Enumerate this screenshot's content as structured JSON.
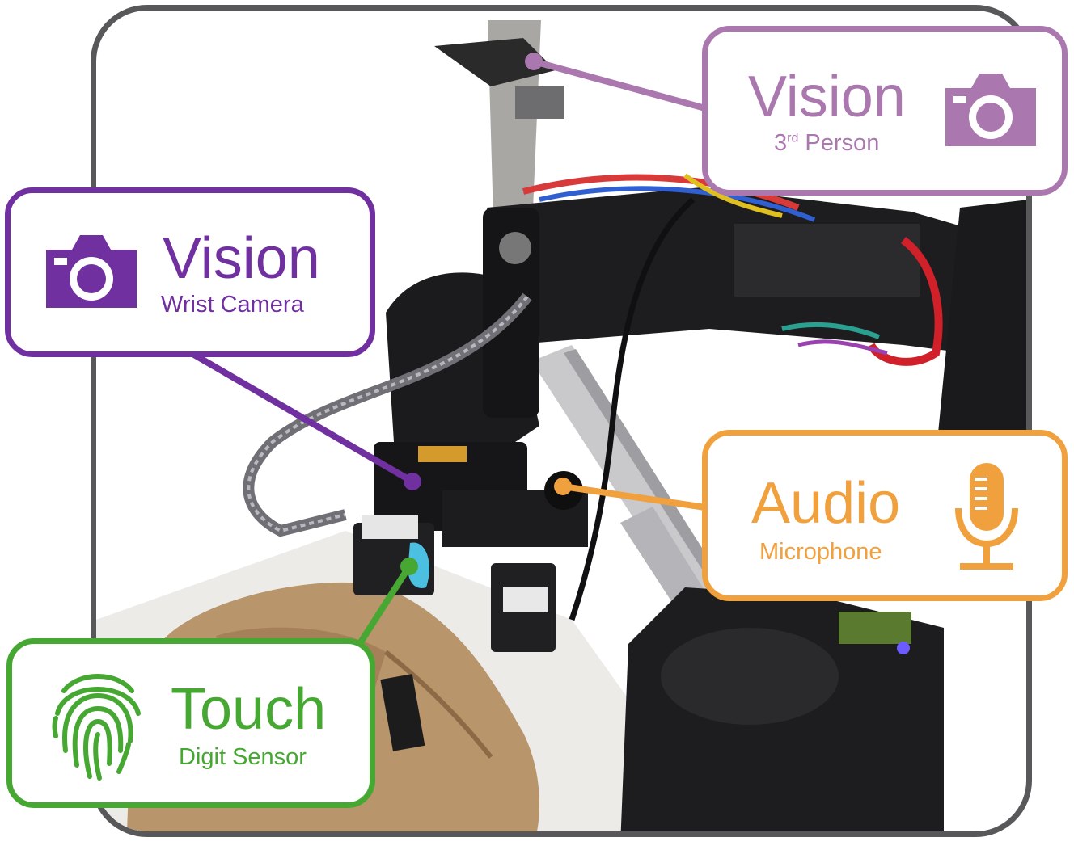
{
  "labels": {
    "vision_third": {
      "title": "Vision",
      "subtitle_main": "3",
      "subtitle_sup": "rd",
      "subtitle_rest": " Person",
      "color": "#aa78ae"
    },
    "vision_wrist": {
      "title": "Vision",
      "subtitle": "Wrist Camera",
      "color": "#7030a0"
    },
    "audio": {
      "title": "Audio",
      "subtitle": "Microphone",
      "color": "#f0a03c"
    },
    "touch": {
      "title": "Touch",
      "subtitle": "Digit Sensor",
      "color": "#46a832"
    }
  },
  "icons": {
    "vision_third": "camera-icon",
    "vision_wrist": "camera-icon",
    "audio": "microphone-icon",
    "touch": "fingerprint-icon"
  },
  "colors": {
    "frame": "#58585a"
  }
}
